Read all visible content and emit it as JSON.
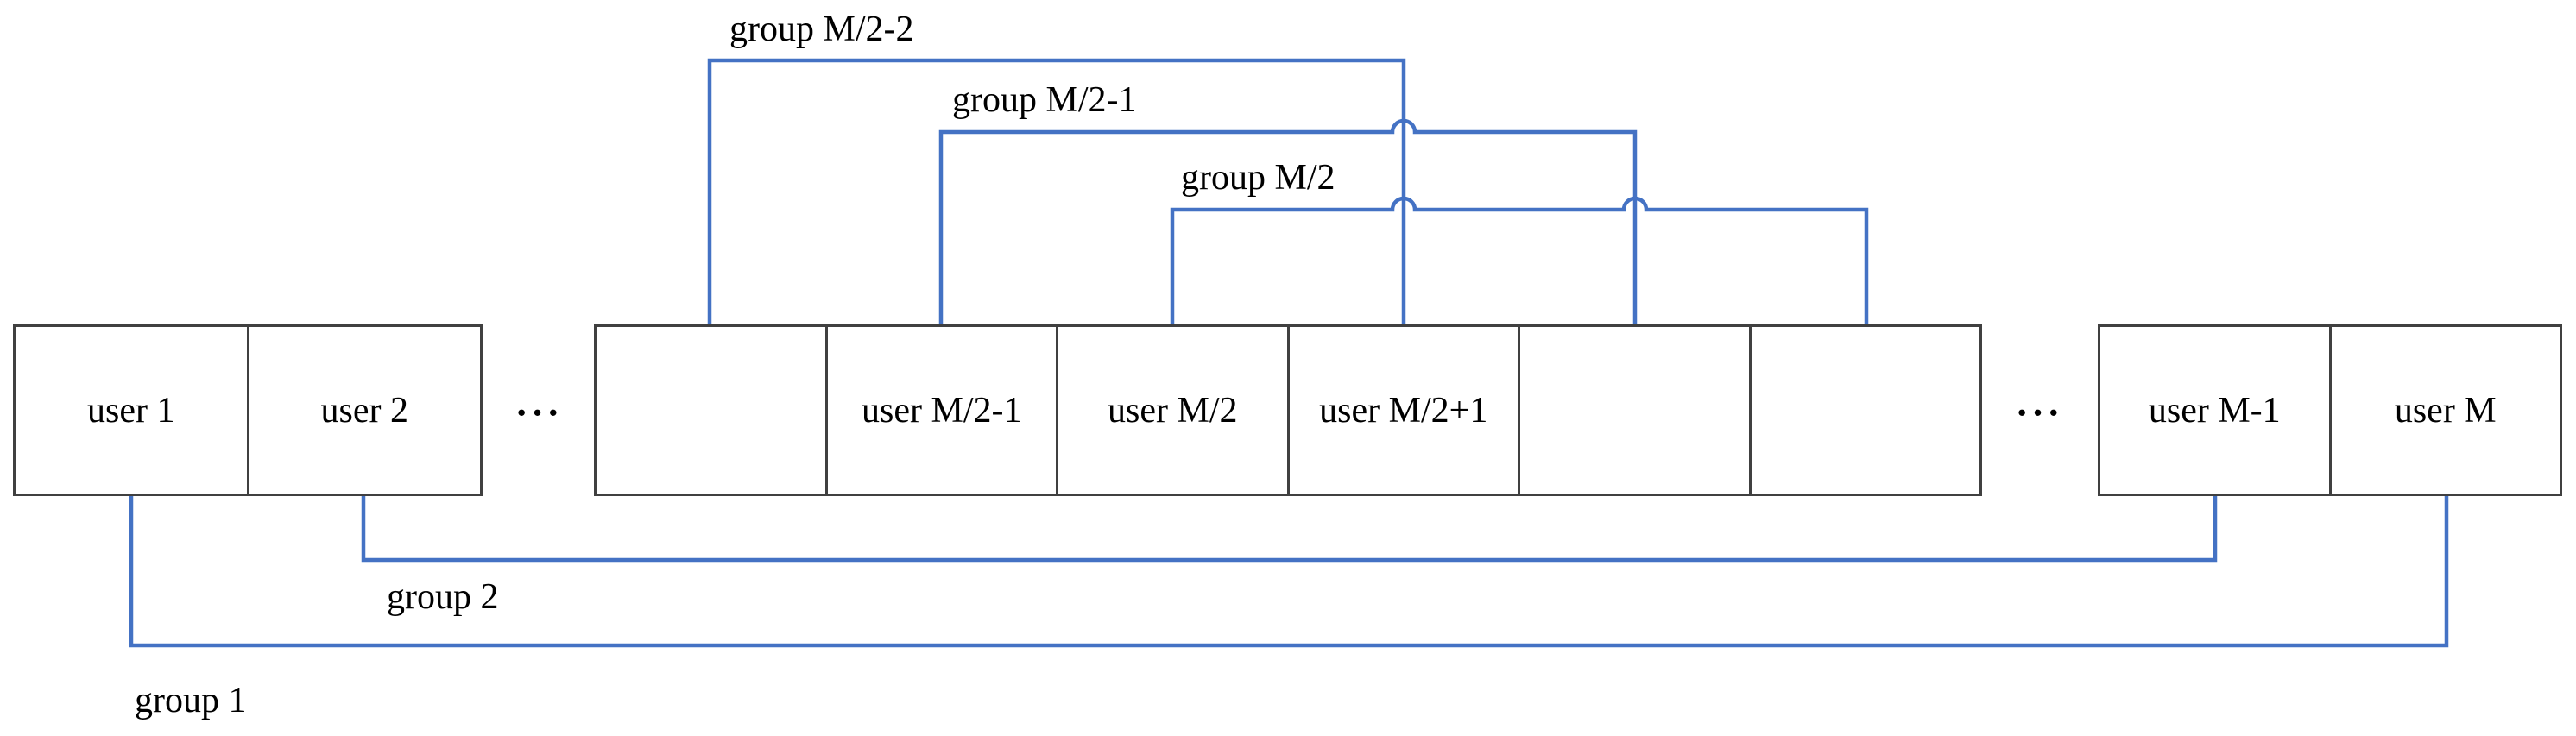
{
  "colors": {
    "bracket_blue": "#4472C4",
    "box_border": "#404040",
    "text": "#000000",
    "background": "#ffffff"
  },
  "row": {
    "ellipsis_left": "···",
    "ellipsis_right": "···",
    "users": [
      {
        "label": "user 1"
      },
      {
        "label": "user 2"
      },
      {
        "label": ""
      },
      {
        "label": "user M/2-1"
      },
      {
        "label": "user M/2"
      },
      {
        "label": "user M/2+1"
      },
      {
        "label": ""
      },
      {
        "label": ""
      },
      {
        "label": "user M-1"
      },
      {
        "label": "user M"
      }
    ]
  },
  "groups": {
    "top": [
      {
        "label": "group M/2-2"
      },
      {
        "label": "group M/2-1"
      },
      {
        "label": "group M/2"
      }
    ],
    "bottom": [
      {
        "label": "group 2"
      },
      {
        "label": "group 1"
      }
    ]
  }
}
